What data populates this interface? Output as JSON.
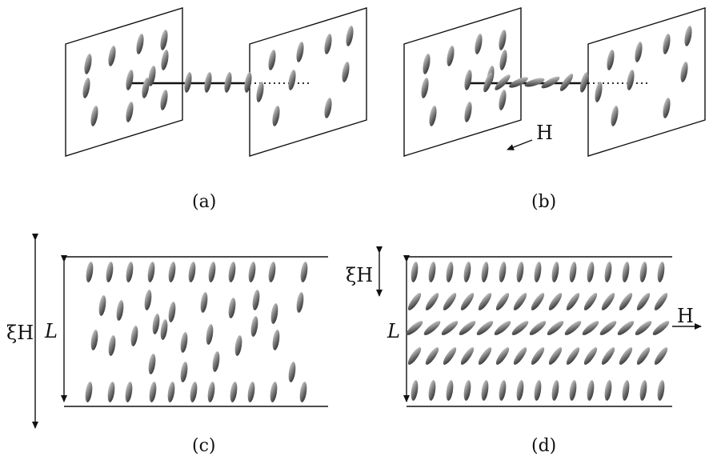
{
  "panels": {
    "a": {
      "caption": "(a)"
    },
    "b": {
      "caption": "(b)",
      "field_label": "H"
    },
    "c": {
      "caption": "(c)",
      "xi_label": "ξH",
      "length_label": "L"
    },
    "d": {
      "caption": "(d)",
      "xi_label": "ξH",
      "length_label": "L",
      "field_label": "H"
    }
  },
  "colors": {
    "ink": "#111111",
    "molecule_dark": "#2a2a2a",
    "molecule_light": "#d8d8d8"
  }
}
